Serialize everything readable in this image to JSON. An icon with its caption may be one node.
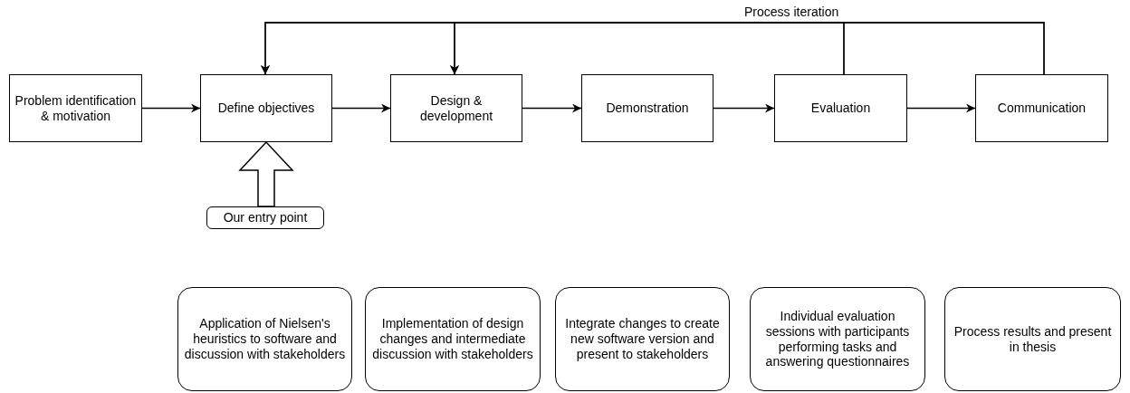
{
  "diagram": {
    "nodes": [
      {
        "text": [
          "Problem identification & motivation"
        ]
      },
      {
        "text": [
          "Define objectives"
        ]
      },
      {
        "text": [
          "Design & development"
        ]
      },
      {
        "text": [
          "Demonstration"
        ]
      },
      {
        "text": [
          "Evaluation"
        ]
      },
      {
        "text": [
          "Communication"
        ]
      },
      {
        "text": [
          "Our entry point"
        ]
      },
      {
        "text": [
          "Application of Nielsen's heuristics to software and discussion with stakeholders"
        ]
      },
      {
        "text": [
          "Implementation of design changes and intermediate discussion with stakeholders"
        ]
      },
      {
        "text": [
          "Integrate changes to create new software version and present to stakeholders"
        ]
      },
      {
        "text": [
          "Individual evaluation sessions with participants performing tasks and answering questionnaires"
        ]
      },
      {
        "text": [
          "Process results and present in thesis"
        ]
      }
    ],
    "edges": [
      {
        "from": 0,
        "to": 1,
        "arrow": "to"
      },
      {
        "from": 1,
        "to": 2,
        "arrow": "to"
      },
      {
        "from": 2,
        "to": 3,
        "arrow": "to"
      },
      {
        "from": 3,
        "to": 4,
        "arrow": "to"
      },
      {
        "from": 4,
        "to": 5,
        "arrow": "to"
      },
      {
        "from": 4,
        "to": 1,
        "arrow": "to"
      },
      {
        "from": 4,
        "to": 2,
        "arrow": "to"
      },
      {
        "from": 5,
        "to": 1,
        "arrow": "to",
        "label": "Process iteration"
      },
      {
        "from": 5,
        "to": 2,
        "arrow": "to"
      },
      {
        "from": 6,
        "to": 1,
        "arrow": "to",
        "style": "thick"
      }
    ]
  }
}
